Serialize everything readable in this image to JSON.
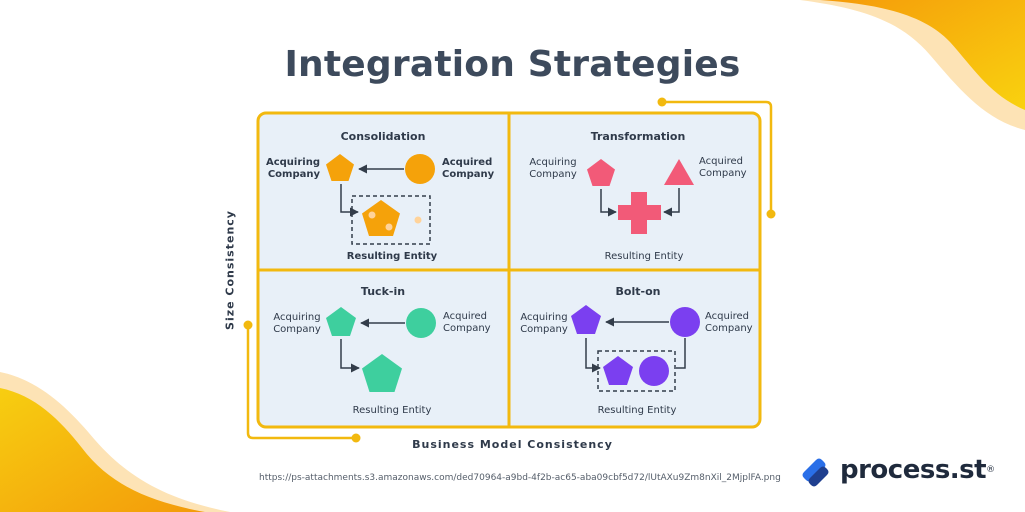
{
  "title": "Integration Strategies",
  "axes": {
    "y_label": "Size Consistency",
    "x_label": "Business Model Consistency"
  },
  "quadrants": {
    "consolidation": {
      "title": "Consolidation",
      "acquiring": "Acquiring\nCompany",
      "acquired": "Acquired\nCompany",
      "result": "Resulting Entity",
      "color": "#f5a20a"
    },
    "transformation": {
      "title": "Transformation",
      "acquiring": "Acquiring\nCompany",
      "acquired": "Acquired\nCompany",
      "result": "Resulting Entity",
      "color": "#f25a78"
    },
    "tuckin": {
      "title": "Tuck-in",
      "acquiring": "Acquiring\nCompany",
      "acquired": "Acquired\nCompany",
      "result": "Resulting Entity",
      "color": "#3ecf9e"
    },
    "bolton": {
      "title": "Bolt-on",
      "acquiring": "Acquiring\nCompany",
      "acquired": "Acquired\nCompany",
      "result": "Resulting Entity",
      "color": "#7b3ff0"
    }
  },
  "footer": {
    "url": "https://ps-attachments.s3.amazonaws.com/ded70964-a9bd-4f2b-ac65-aba09cbf5d72/lUtAXu9Zm8nXil_2MjplFA.png",
    "brand": "process.st",
    "brand_mark": "®"
  },
  "colors": {
    "frame": "#f2b90f",
    "panel": "#e8f0f8",
    "text": "#2f3a4a",
    "title": "#3d4a5c",
    "wave": "#f7b008"
  }
}
